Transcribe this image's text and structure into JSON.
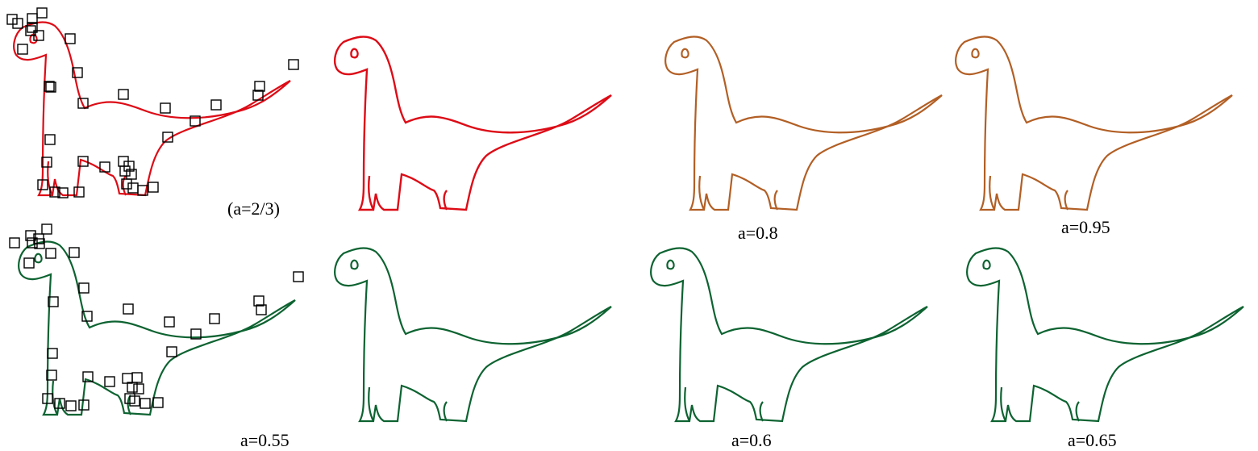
{
  "colors": {
    "red": "#dd0b16",
    "orange": "#b25f25",
    "green": "#0d6331",
    "control_box": "#000000"
  },
  "panels": [
    {
      "id": "top-1",
      "label": "(a=2/3)",
      "color": "red",
      "control_polygon": true
    },
    {
      "id": "top-2",
      "label": "",
      "color": "red",
      "control_polygon": false
    },
    {
      "id": "top-3",
      "label": "a=0.8",
      "color": "orange",
      "control_polygon": false
    },
    {
      "id": "top-4",
      "label": "a=0.95",
      "color": "orange",
      "control_polygon": false
    },
    {
      "id": "bot-1",
      "label": "a=0.55",
      "color": "green",
      "control_polygon": true
    },
    {
      "id": "bot-2",
      "label": "",
      "color": "green",
      "control_polygon": false
    },
    {
      "id": "bot-3",
      "label": "a=0.6",
      "color": "green",
      "control_polygon": false
    },
    {
      "id": "bot-4",
      "label": "a=0.65",
      "color": "green",
      "control_polygon": false
    }
  ]
}
